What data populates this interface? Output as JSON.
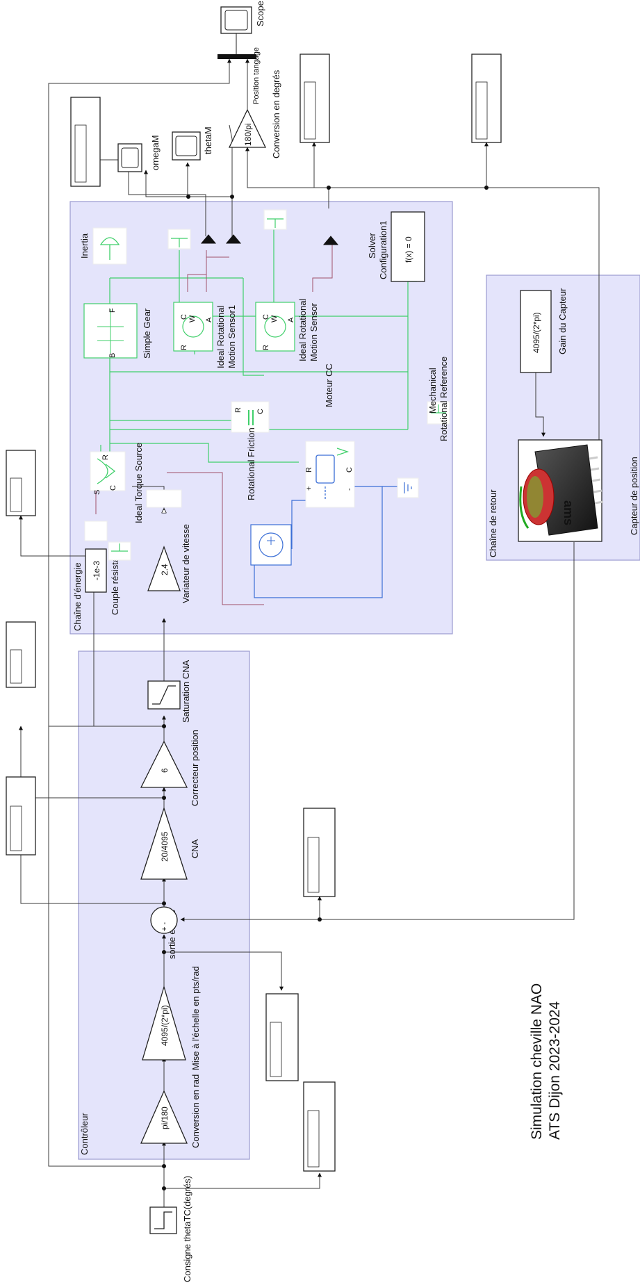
{
  "colors": {
    "subsystem_fill": "#e4e4fb",
    "subsystem_stroke": "#9a9ad0",
    "signal": "#3a3a3a",
    "mech": "#3fcf6a",
    "elec": "#3a6ed6",
    "phys_signal": "#a0506a"
  },
  "areas": {
    "controleur": "Contrôleur",
    "energie": "Chaîne d'énergie",
    "retour": "Chaîne de retour"
  },
  "blocks": {
    "consigne": {
      "label": "Consigne thetaTC(degrés)"
    },
    "gain_pi180": {
      "value": "pi/180",
      "label": "Conversion en rad"
    },
    "gain_4095": {
      "value": "4095/(2*pi)",
      "label": "Mise à l'échelle en pts/rad"
    },
    "sum_label": "sortie en pts",
    "sum_signs": "+ -",
    "cna": {
      "value": "20/4095",
      "label": "CNA"
    },
    "correcteur": {
      "value": "6",
      "label": "Correcteur position"
    },
    "saturation": {
      "label": "Saturation CNA"
    },
    "variateur": {
      "value": "2.4",
      "label": "Variateur de vitesse"
    },
    "couple": {
      "value": "-1e-3",
      "label": "Couple résistant"
    },
    "torque_source": {
      "label": "Ideal Torque Source"
    },
    "torque_ports": {
      "s": "S",
      "c": "C",
      "r": "R"
    },
    "rot_friction": {
      "label": "Rotational Friction"
    },
    "friction_ports": {
      "r": "R",
      "c": "C"
    },
    "moteur": {
      "label": "Moteur CC"
    },
    "motor_ports": {
      "plus": "+",
      "minus": "-",
      "r": "R",
      "c": "C"
    },
    "simple_gear": {
      "label": "Simple Gear"
    },
    "gear_ports": {
      "b": "B",
      "f": "F"
    },
    "inertia": {
      "label": "Inertia"
    },
    "sensor1": {
      "label1": "Ideal Rotational",
      "label2": "Motion Sensor1"
    },
    "sensor": {
      "label1": "Ideal Rotational",
      "label2": "Motion Sensor"
    },
    "sensor_ports": {
      "c": "C",
      "r": "R",
      "w": "W",
      "a": "A"
    },
    "mech_ref": {
      "label1": "Mechanical",
      "label2": "Rotational Reference"
    },
    "solver": {
      "value": "f(x) = 0",
      "label1": "Solver",
      "label2": "Configuration1"
    },
    "omegaM": {
      "label": "omegaM"
    },
    "thetaM": {
      "label": "thetaM"
    },
    "conv_deg": {
      "value": "180/pi",
      "label": "Conversion en degrés"
    },
    "position_tangage": {
      "label": "Position tangage"
    },
    "scope": {
      "label": "Scope"
    },
    "gain_capteur": {
      "value": "4095/(2*pi)",
      "label": "Gain du Capteur"
    },
    "capteur": {
      "label": "Capteur de position",
      "chip_text": "ams"
    }
  },
  "title": {
    "line1": "Simulation cheville NAO",
    "line2": "ATS Dijon 2023-2024"
  }
}
